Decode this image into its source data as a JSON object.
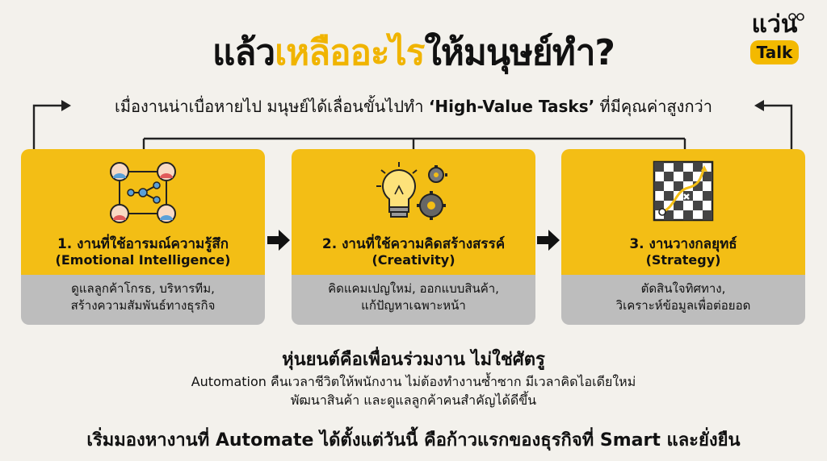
{
  "title": {
    "part1": "แล้ว",
    "highlight": "เหลืออะไร",
    "part2": "ให้มนุษย์ทำ?"
  },
  "logo": {
    "top": "แว่น",
    "badge": "Talk",
    "icon": "glasses-icon"
  },
  "subtitle": {
    "before": "เมื่องานน่าเบื่อหายไป มนุษย์ได้เลื่อนขั้นไปทำ ",
    "highlight": "‘High-Value Tasks’",
    "after": " ที่มีคุณค่าสูงกว่า"
  },
  "cards": [
    {
      "title": "1. งานที่ใช้อารมณ์ความรู้สึก",
      "subtitle": "(Emotional Intelligence)",
      "desc1": "ดูแลลูกค้าโกรธ, บริหารทีม,",
      "desc2": "สร้างความสัมพันธ์ทางธุรกิจ",
      "icon": "people-network-icon"
    },
    {
      "title": "2. งานที่ใช้ความคิดสร้างสรรค์",
      "subtitle": "(Creativity)",
      "desc1": "คิดแคมเปญใหม่, ออกแบบสินค้า,",
      "desc2": "แก้ปัญหาเฉพาะหน้า",
      "icon": "lightbulb-gears-icon"
    },
    {
      "title": "3. งานวางกลยุทธ์",
      "subtitle": "(Strategy)",
      "desc1": "ตัดสินใจทิศทาง,",
      "desc2": "วิเคราะห์ข้อมูลเพื่อต่อยอด",
      "icon": "strategy-board-icon"
    }
  ],
  "footer": {
    "headline": "หุ่นยนต์คือเพื่อนร่วมงาน ไม่ใช่ศัตรู",
    "line1": "Automation คืนเวลาชีวิตให้พนักงาน ไม่ต้องทำงานซ้ำซาก มีเวลาคิดไอเดียใหม่",
    "line2": "พัฒนาสินค้า และดูแลลูกค้าคนสำคัญได้ดีขึ้น",
    "cta": "เริ่มมองหางานที่ Automate ได้ตั้งแต่วันนี้ คือก้าวแรกของธุรกิจที่ Smart และยั่งยืน"
  },
  "colors": {
    "accent": "#f3be15",
    "title_highlight": "#f0b400",
    "card_bottom": "#bdbdbd",
    "background": "#f3f1ec"
  }
}
